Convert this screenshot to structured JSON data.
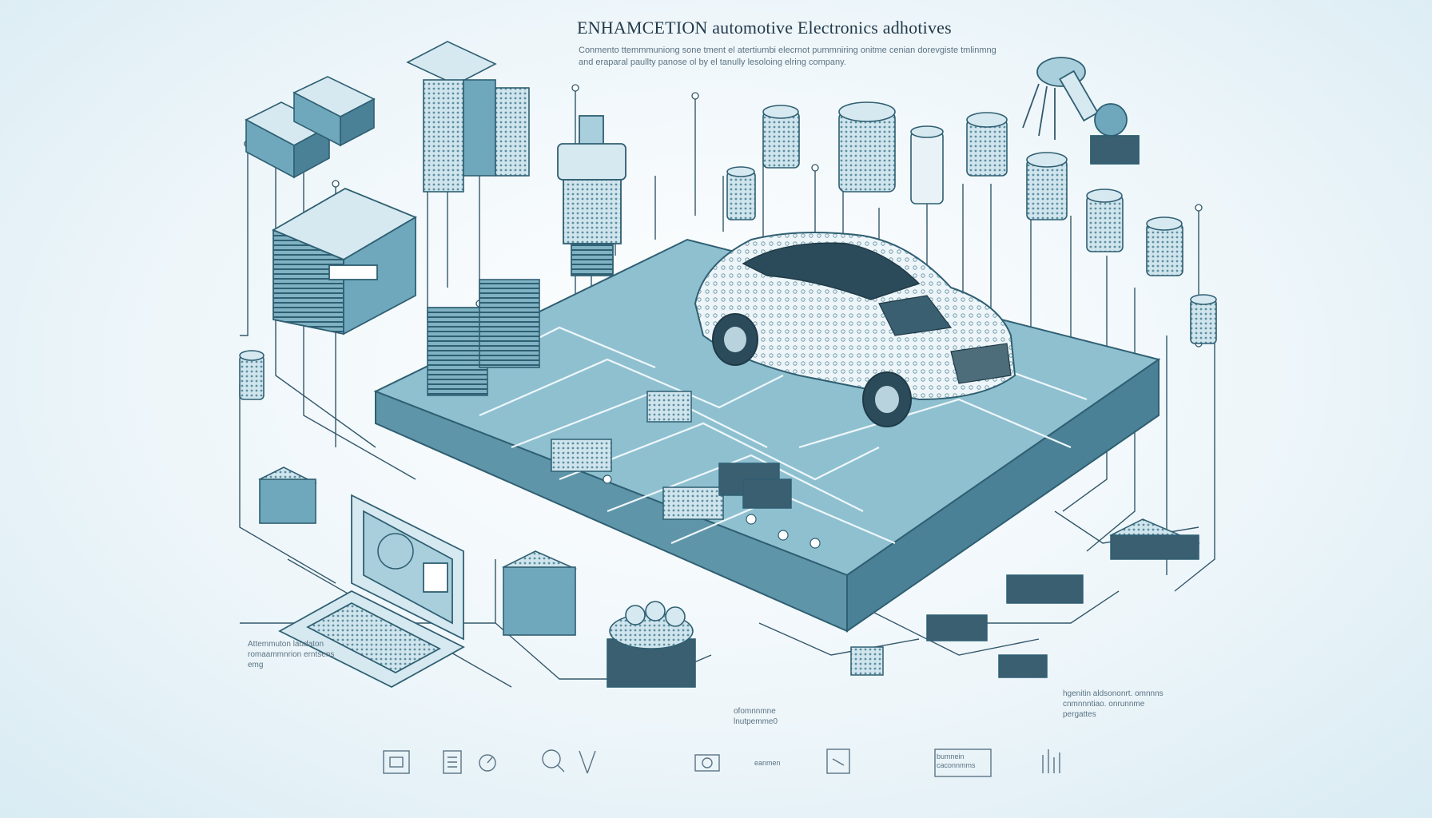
{
  "header": {
    "title": "ENHAMCETION automotive Electronics adhotives",
    "subtitle": "Conmento ttemmmuniong sone tment el atertiumbi elecrnot pummniring onitme cenian dorevgiste tmlinmng and eraparal paullty panose ol by el tanully lesoloing elring company."
  },
  "captions": {
    "left": "Attemmuton laudaton romaammnrion erntsens emg",
    "middle": "ofomnnmne lnutpemme0",
    "right": "hgenitin aldsononrt. omnnns cnmnnntiao. onrunnme pergattes"
  },
  "icon_labels": {
    "label_1": "eanmen",
    "label_2": "bumnein caconnmms"
  },
  "colors": {
    "teal_fill": "#6fa8bc",
    "teal_light": "#a9cfdc",
    "teal_dark": "#2f5f72",
    "line": "#33586a",
    "board": "#8fc0d0",
    "background": "#eef6fa"
  }
}
